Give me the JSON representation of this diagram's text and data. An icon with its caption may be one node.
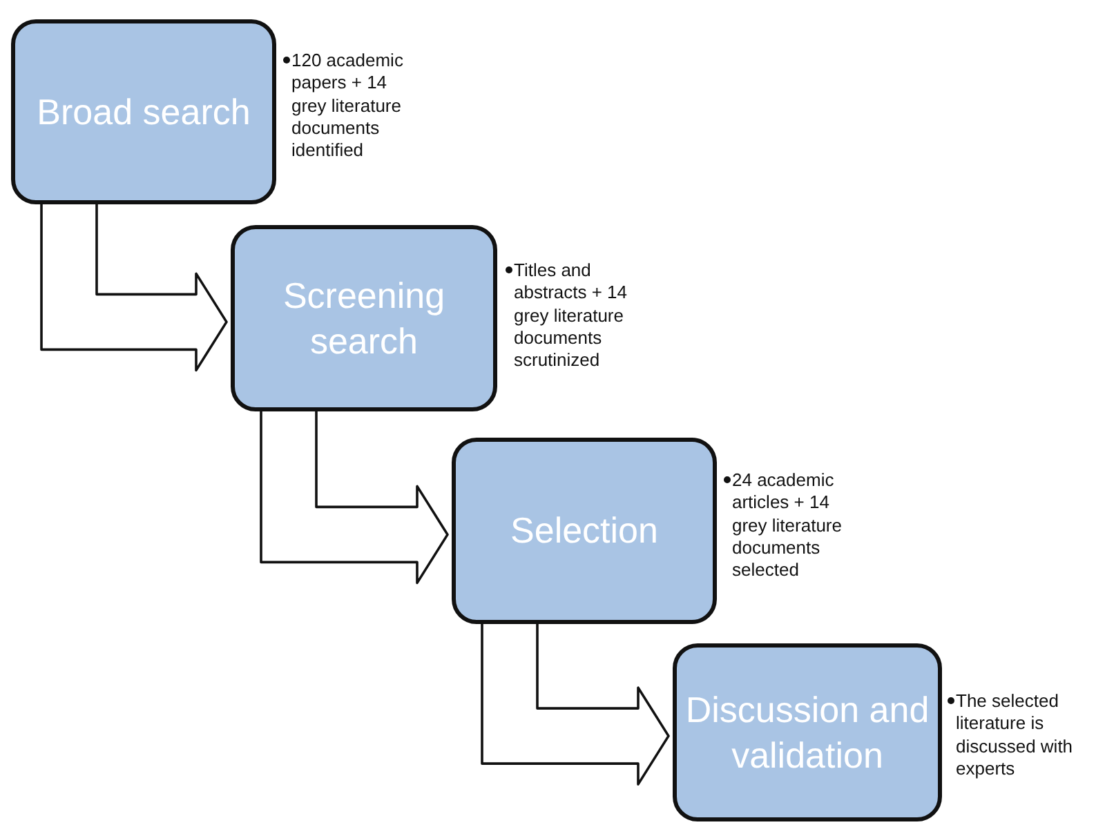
{
  "diagram": {
    "nodes": [
      {
        "text": [
          "Broad search"
        ],
        "beside": [
          "120 academic papers + 14 grey literature documents identified"
        ]
      },
      {
        "text": [
          "Screening search"
        ],
        "beside": [
          "Titles and abstracts + 14 grey literature documents scrutinized"
        ]
      },
      {
        "text": [
          "Selection"
        ],
        "beside": [
          "24 academic articles + 14 grey literature documents selected"
        ]
      },
      {
        "text": [
          "Discussion and validation"
        ],
        "beside": [
          "The selected literature is discussed with experts"
        ]
      }
    ],
    "edges": [
      {
        "from": 0,
        "to": 1,
        "arrow": "to"
      },
      {
        "from": 1,
        "to": 2,
        "arrow": "to"
      },
      {
        "from": 2,
        "to": 3,
        "arrow": "to"
      }
    ]
  }
}
